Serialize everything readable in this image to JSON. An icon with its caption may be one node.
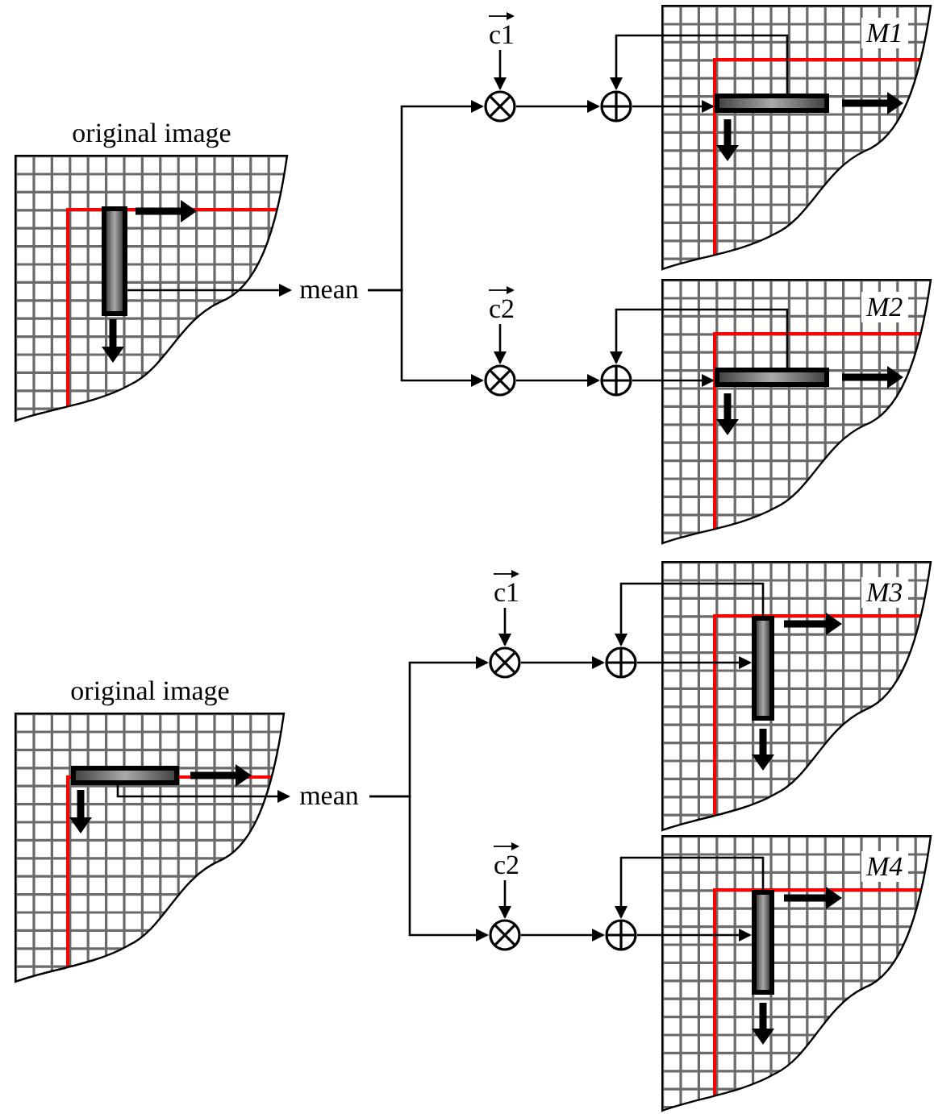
{
  "diagram": {
    "nodes": [
      {
        "text": [
          "original image"
        ]
      },
      {
        "text": [],
        "shape": "bar",
        "in": 0
      },
      {
        "text": [
          "mean"
        ]
      },
      {
        "text": [
          "c1"
        ]
      },
      {
        "text": [],
        "shape": "circle"
      },
      {
        "text": [],
        "shape": "circle"
      },
      {
        "text": [
          "M1"
        ]
      },
      {
        "text": [],
        "shape": "bar",
        "in": 6
      },
      {
        "text": [
          "c2"
        ]
      },
      {
        "text": [],
        "shape": "circle"
      },
      {
        "text": [],
        "shape": "circle"
      },
      {
        "text": [
          "M2"
        ]
      },
      {
        "text": [],
        "shape": "bar",
        "in": 11
      },
      {
        "text": [
          "original image"
        ]
      },
      {
        "text": [],
        "shape": "bar",
        "in": 13
      },
      {
        "text": [
          "mean"
        ]
      },
      {
        "text": [
          "c1"
        ]
      },
      {
        "text": [],
        "shape": "circle"
      },
      {
        "text": [],
        "shape": "circle"
      },
      {
        "text": [
          "M3"
        ]
      },
      {
        "text": [],
        "shape": "bar",
        "in": 19
      },
      {
        "text": [
          "c2"
        ]
      },
      {
        "text": [],
        "shape": "circle"
      },
      {
        "text": [],
        "shape": "circle"
      },
      {
        "text": [
          "M4"
        ]
      },
      {
        "text": [],
        "shape": "bar",
        "in": 24
      }
    ],
    "edges": [
      {
        "from": 1,
        "to": 2,
        "arrow": "to"
      },
      {
        "from": 2,
        "to": 4,
        "arrow": "to"
      },
      {
        "from": 2,
        "to": 9,
        "arrow": "to"
      },
      {
        "from": 3,
        "to": 4,
        "arrow": "to"
      },
      {
        "from": 4,
        "to": 5,
        "arrow": "to"
      },
      {
        "from": 5,
        "to": 7,
        "arrow": "to"
      },
      {
        "from": 7,
        "to": 5,
        "arrow": "to"
      },
      {
        "from": 8,
        "to": 9,
        "arrow": "to"
      },
      {
        "from": 9,
        "to": 10,
        "arrow": "to"
      },
      {
        "from": 10,
        "to": 12,
        "arrow": "to"
      },
      {
        "from": 12,
        "to": 10,
        "arrow": "to"
      },
      {
        "from": 14,
        "to": 15,
        "arrow": "to"
      },
      {
        "from": 15,
        "to": 17,
        "arrow": "to"
      },
      {
        "from": 15,
        "to": 22,
        "arrow": "to"
      },
      {
        "from": 16,
        "to": 17,
        "arrow": "to"
      },
      {
        "from": 17,
        "to": 18,
        "arrow": "to"
      },
      {
        "from": 18,
        "to": 20,
        "arrow": "to"
      },
      {
        "from": 20,
        "to": 18,
        "arrow": "to"
      },
      {
        "from": 21,
        "to": 22,
        "arrow": "to"
      },
      {
        "from": 22,
        "to": 23,
        "arrow": "to"
      },
      {
        "from": 23,
        "to": 25,
        "arrow": "to"
      },
      {
        "from": 25,
        "to": 23,
        "arrow": "to"
      }
    ]
  }
}
